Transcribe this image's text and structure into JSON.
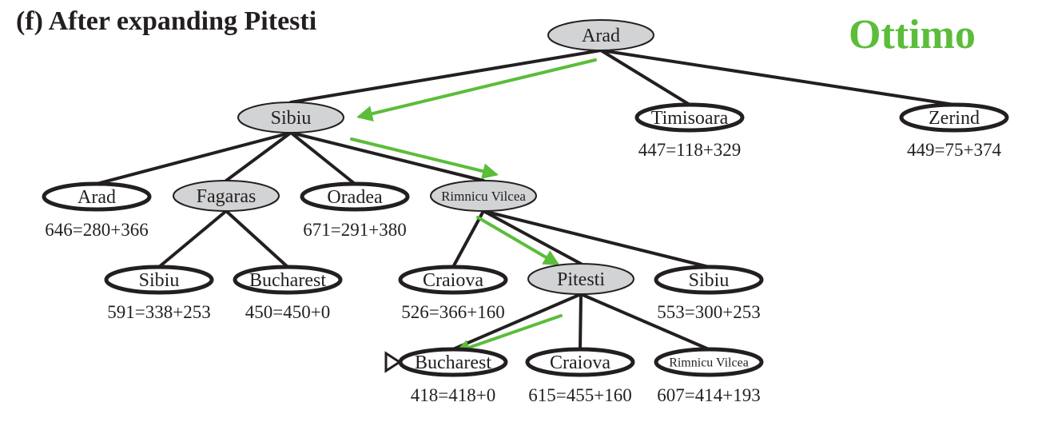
{
  "title": "(f) After expanding Pitesti",
  "badge": {
    "text": "Ottimo",
    "color": "#5bbd3a"
  },
  "colors": {
    "expanded_fill": "#d1d3d4",
    "frontier_fill": "#ffffff",
    "line": "#231f20",
    "arrow": "#5bbd3a"
  },
  "nodes": [
    {
      "id": "arad_root",
      "label": "Arad",
      "cost": "",
      "expanded": true
    },
    {
      "id": "sibiu",
      "label": "Sibiu",
      "cost": "",
      "expanded": true
    },
    {
      "id": "timisoara",
      "label": "Timisoara",
      "cost": "447=118+329",
      "expanded": false
    },
    {
      "id": "zerind",
      "label": "Zerind",
      "cost": "449=75+374",
      "expanded": false
    },
    {
      "id": "arad2",
      "label": "Arad",
      "cost": "646=280+366",
      "expanded": false
    },
    {
      "id": "fagaras",
      "label": "Fagaras",
      "cost": "",
      "expanded": true
    },
    {
      "id": "oradea",
      "label": "Oradea",
      "cost": "671=291+380",
      "expanded": false
    },
    {
      "id": "rimnicu",
      "label": "Rimnicu Vilcea",
      "cost": "",
      "expanded": true
    },
    {
      "id": "sibiu2",
      "label": "Sibiu",
      "cost": "591=338+253",
      "expanded": false
    },
    {
      "id": "bucharest1",
      "label": "Bucharest",
      "cost": "450=450+0",
      "expanded": false
    },
    {
      "id": "craiova1",
      "label": "Craiova",
      "cost": "526=366+160",
      "expanded": false
    },
    {
      "id": "pitesti",
      "label": "Pitesti",
      "cost": "",
      "expanded": true
    },
    {
      "id": "sibiu3",
      "label": "Sibiu",
      "cost": "553=300+253",
      "expanded": false
    },
    {
      "id": "bucharest2",
      "label": "Bucharest",
      "cost": "418=418+0",
      "expanded": false,
      "goal_marker": true
    },
    {
      "id": "craiova2",
      "label": "Craiova",
      "cost": "615=455+160",
      "expanded": false
    },
    {
      "id": "rimnicu2",
      "label": "Rimnicu Vilcea",
      "cost": "607=414+193",
      "expanded": false
    }
  ],
  "edges": [
    [
      "arad_root",
      "sibiu"
    ],
    [
      "arad_root",
      "timisoara"
    ],
    [
      "arad_root",
      "zerind"
    ],
    [
      "sibiu",
      "arad2"
    ],
    [
      "sibiu",
      "fagaras"
    ],
    [
      "sibiu",
      "oradea"
    ],
    [
      "sibiu",
      "rimnicu"
    ],
    [
      "fagaras",
      "sibiu2"
    ],
    [
      "fagaras",
      "bucharest1"
    ],
    [
      "rimnicu",
      "craiova1"
    ],
    [
      "rimnicu",
      "pitesti"
    ],
    [
      "rimnicu",
      "sibiu3"
    ],
    [
      "pitesti",
      "bucharest2"
    ],
    [
      "pitesti",
      "craiova2"
    ],
    [
      "pitesti",
      "rimnicu2"
    ]
  ],
  "path_arrows": [
    [
      "arad_root",
      "sibiu"
    ],
    [
      "sibiu",
      "rimnicu"
    ],
    [
      "rimnicu",
      "pitesti"
    ],
    [
      "pitesti",
      "bucharest2"
    ]
  ]
}
